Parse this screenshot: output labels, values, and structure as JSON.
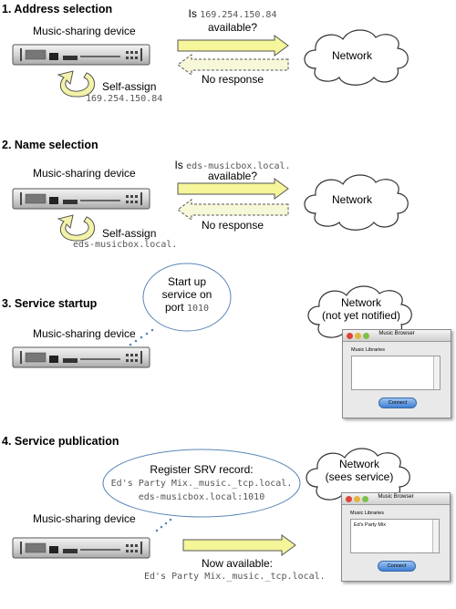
{
  "sections": [
    {
      "heading": "1. Address selection",
      "device_label": "Music-sharing device",
      "query_label": "Is",
      "query_value": "169.254.150.84",
      "query_suffix": "available?",
      "network_label": "Network",
      "response_label": "No response",
      "self_assign_label": "Self-assign",
      "self_assign_value": "169.254.150.84"
    },
    {
      "heading": "2. Name selection",
      "device_label": "Music-sharing device",
      "query_label": "Is",
      "query_value": "eds-musicbox.local.",
      "query_suffix": "available?",
      "network_label": "Network",
      "response_label": "No response",
      "self_assign_label": "Self-assign",
      "self_assign_value": "eds-musicbox.local."
    },
    {
      "heading": "3. Service startup",
      "device_label": "Music-sharing device",
      "bubble_line1": "Start up",
      "bubble_line2": "service on",
      "bubble_line3_prefix": "port",
      "bubble_port": "1010",
      "network_line1": "Network",
      "network_line2": "(not yet notified)",
      "window_title": "Music Browser",
      "window_list_label": "Music Libraries",
      "window_button": "Connect"
    },
    {
      "heading": "4. Service publication",
      "device_label": "Music-sharing device",
      "bubble_line1": "Register SRV record:",
      "bubble_line2": "Ed's Party Mix._music._tcp.local.",
      "bubble_line3": "eds-musicbox.local:1010",
      "network_line1": "Network",
      "network_line2": "(sees service)",
      "window_title": "Music Browser",
      "window_list_label": "Music Libraries",
      "window_list_item": "Ed's Party Mix",
      "window_button": "Connect",
      "available_label": "Now available:",
      "available_value": "Ed's Party Mix._music._tcp.local."
    }
  ],
  "colors": {
    "request_arrow": "#f5f59a",
    "response_arrow": "#f6f8d8",
    "self_assign_arrow": "#f2f2a8",
    "cloud_fill": "#ffffff",
    "bubble_stroke": "#5b87b8",
    "dot_leader": "#5b87b8"
  }
}
